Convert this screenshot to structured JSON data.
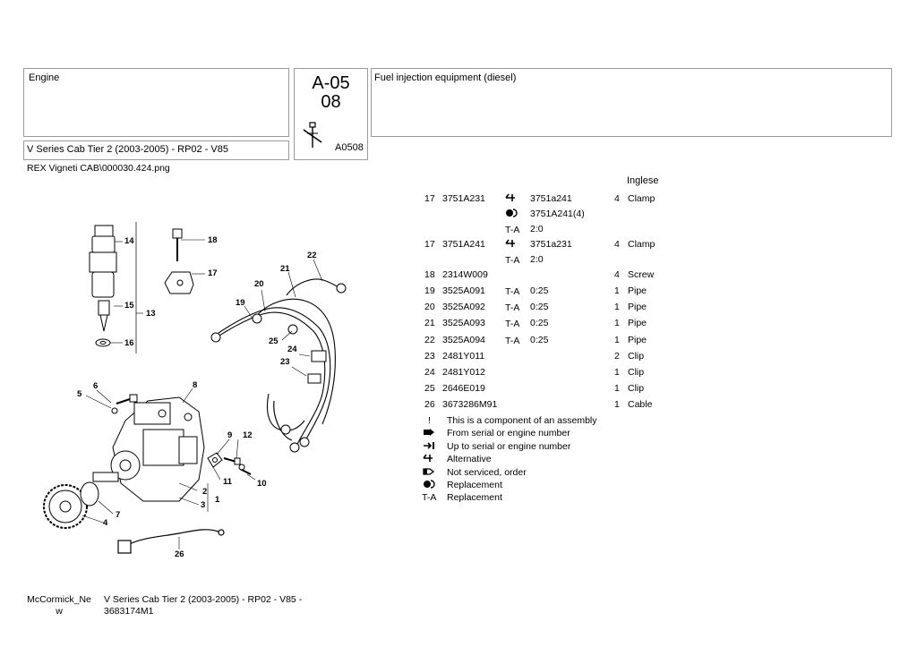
{
  "header": {
    "group": "Engine",
    "model": "V Series Cab Tier 2 (2003-2005) - RP02 - V85",
    "code_line1": "A-05",
    "code_line2": "08",
    "code_ref": "A0508",
    "section_title": "Fuel injection equipment (diesel)",
    "image_file": "REX Vigneti CAB\\000030.424.png"
  },
  "language": "Inglese",
  "parts": [
    {
      "ref": "17",
      "part": "3751A231",
      "sym": "alt-icon",
      "alt": "3751a241",
      "qty": "4",
      "desc": "Clamp"
    },
    {
      "ref": "",
      "part": "",
      "sym": "replacement-icon",
      "alt": "3751A241(4)",
      "qty": "",
      "desc": ""
    },
    {
      "ref": "",
      "part": "",
      "sym": "T-A",
      "alt": "2:0",
      "qty": "",
      "desc": ""
    },
    {
      "ref": "17",
      "part": "3751A241",
      "sym": "alt-icon",
      "alt": "3751a231",
      "qty": "4",
      "desc": "Clamp"
    },
    {
      "ref": "",
      "part": "",
      "sym": "T-A",
      "alt": "2:0",
      "qty": "",
      "desc": ""
    },
    {
      "ref": "18",
      "part": "2314W009",
      "sym": "",
      "alt": "",
      "qty": "4",
      "desc": "Screw"
    },
    {
      "ref": "19",
      "part": "3525A091",
      "sym": "T-A",
      "alt": "0:25",
      "qty": "1",
      "desc": "Pipe"
    },
    {
      "ref": "20",
      "part": "3525A092",
      "sym": "T-A",
      "alt": "0:25",
      "qty": "1",
      "desc": "Pipe"
    },
    {
      "ref": "21",
      "part": "3525A093",
      "sym": "T-A",
      "alt": "0:25",
      "qty": "1",
      "desc": "Pipe"
    },
    {
      "ref": "22",
      "part": "3525A094",
      "sym": "T-A",
      "alt": "0:25",
      "qty": "1",
      "desc": "Pipe"
    },
    {
      "ref": "23",
      "part": "2481Y011",
      "sym": "",
      "alt": "",
      "qty": "2",
      "desc": "Clip"
    },
    {
      "ref": "24",
      "part": "2481Y012",
      "sym": "",
      "alt": "",
      "qty": "1",
      "desc": "Clip"
    },
    {
      "ref": "25",
      "part": "2646E019",
      "sym": "",
      "alt": "",
      "qty": "1",
      "desc": "Clip"
    },
    {
      "ref": "26",
      "part": "3673286M91",
      "sym": "",
      "alt": "",
      "qty": "1",
      "desc": "Cable"
    }
  ],
  "legend": [
    {
      "sym": "!",
      "text": "This is a component of an assembly"
    },
    {
      "sym": "from-serial-icon",
      "text": "From serial or engine number"
    },
    {
      "sym": "to-serial-icon",
      "text": "Up to serial or engine number"
    },
    {
      "sym": "alt-icon",
      "text": "Alternative"
    },
    {
      "sym": "not-serviced-icon",
      "text": "Not serviced, order"
    },
    {
      "sym": "replacement-icon",
      "text": "Replacement"
    },
    {
      "sym": "T-A",
      "text": "Replacement"
    }
  ],
  "diagram_labels": [
    "14",
    "18",
    "17",
    "22",
    "21",
    "20",
    "19",
    "15",
    "13",
    "16",
    "25",
    "24",
    "23",
    "6",
    "8",
    "5",
    "9",
    "12",
    "11",
    "10",
    "2",
    "1",
    "3",
    "7",
    "4",
    "26"
  ],
  "footer": {
    "brand": "McCormick_New",
    "model_line1": "V Series Cab Tier 2 (2003-2005) - RP02 - V85 -",
    "model_line2": "3683174M1"
  }
}
